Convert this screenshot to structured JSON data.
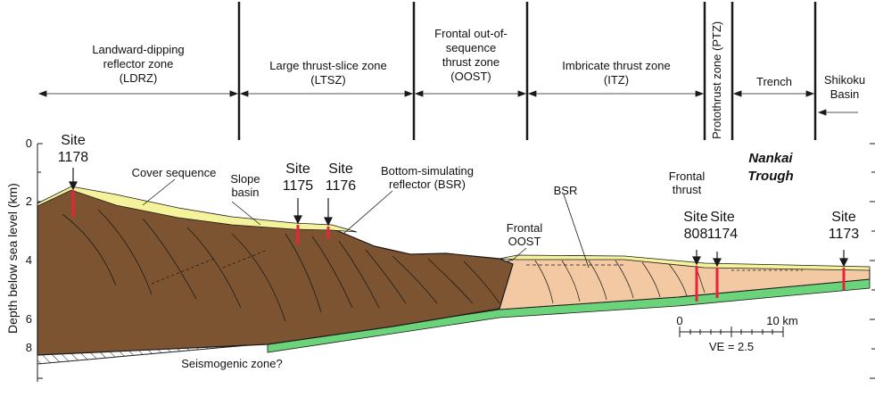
{
  "zones": [
    {
      "id": "ldrz",
      "lines": [
        "Landward-dipping",
        "reflector zone",
        "(LDRZ)"
      ]
    },
    {
      "id": "ltsz",
      "lines": [
        "Large thrust-slice zone",
        "(LTSZ)"
      ]
    },
    {
      "id": "oost",
      "lines": [
        "Frontal out-of-",
        "sequence",
        "thrust zone",
        "(OOST)"
      ]
    },
    {
      "id": "itz",
      "lines": [
        "Imbricate thrust zone",
        "(ITZ)"
      ]
    },
    {
      "id": "ptz",
      "lines": [
        "Protothrust zone (PTZ)"
      ]
    },
    {
      "id": "trench",
      "lines": [
        "Trench"
      ]
    },
    {
      "id": "shikoku",
      "lines": [
        "Shikoku",
        "Basin"
      ]
    }
  ],
  "y_axis": {
    "label": "Depth below sea level (km)",
    "ticks": [
      "0",
      "2",
      "4",
      "6",
      "8"
    ]
  },
  "sites": [
    {
      "id": "1178",
      "lines": [
        "Site",
        "1178"
      ]
    },
    {
      "id": "1175",
      "lines": [
        "Site",
        "1175"
      ]
    },
    {
      "id": "1176",
      "lines": [
        "Site",
        "1176"
      ]
    },
    {
      "id": "808",
      "lines": [
        "Site",
        "808"
      ]
    },
    {
      "id": "1174",
      "lines": [
        "Site",
        "1174"
      ]
    },
    {
      "id": "1173",
      "lines": [
        "Site",
        "1173"
      ]
    }
  ],
  "annotations": {
    "cover_sequence": "Cover sequence",
    "slope_basin": [
      "Slope",
      "basin"
    ],
    "bsr_long": [
      "Bottom-simulating",
      "reflector (BSR)"
    ],
    "bsr_short": "BSR",
    "frontal_oost": [
      "Frontal",
      "OOST"
    ],
    "frontal_thrust": [
      "Frontal",
      "thrust"
    ],
    "nankai_trough": [
      "Nankai",
      "Trough"
    ],
    "seismogenic": "Seismogenic zone?"
  },
  "scale_bar": {
    "start": "0",
    "end": "10 km",
    "ve": "VE = 2.5"
  },
  "colors": {
    "accretionary_prism": "#7d5431",
    "frontal_wedge": "#f3c9a3",
    "cover_sediment": "#f5f29c",
    "ocean_crust": "#6bd37a",
    "site_marker": "#e8233a",
    "line": "#1a1a1a"
  }
}
